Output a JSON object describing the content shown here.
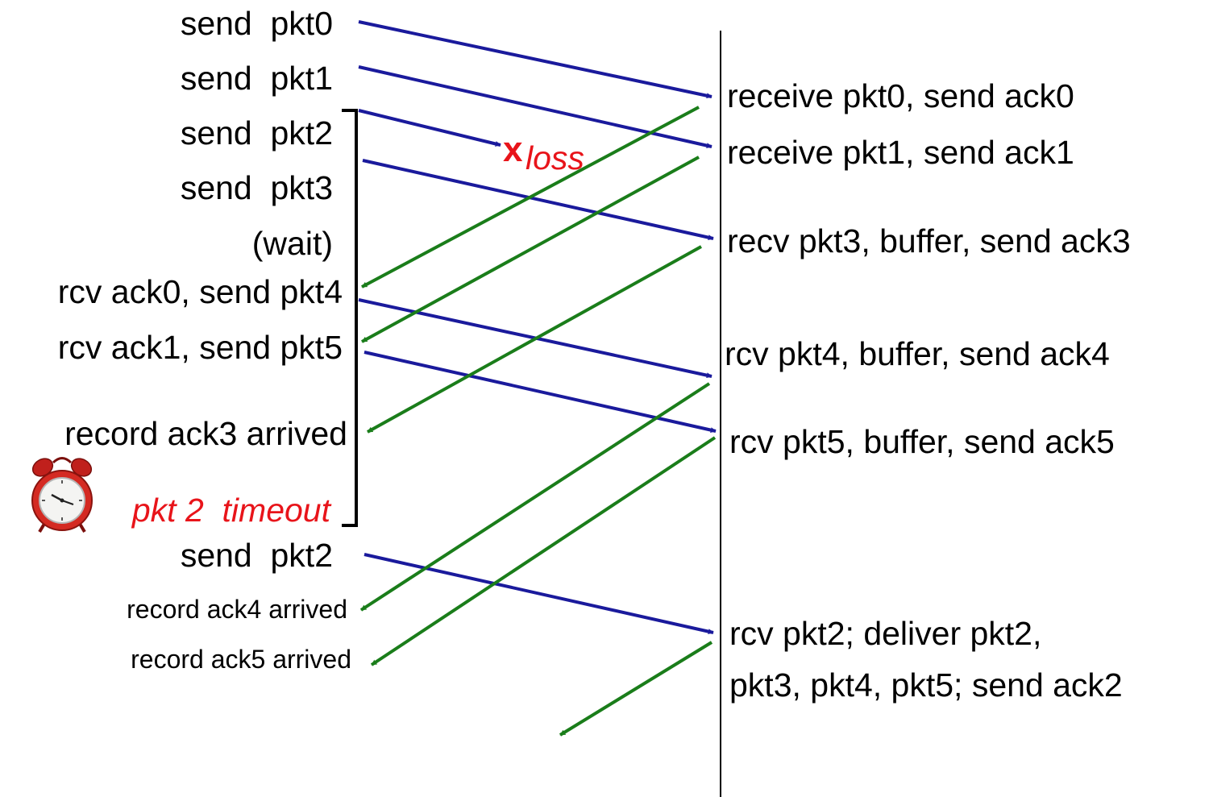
{
  "sender": {
    "events": [
      "send  pkt0",
      "send  pkt1",
      "send  pkt2",
      "send  pkt3",
      "(wait)",
      "rcv ack0, send pkt4",
      "rcv ack1, send pkt5",
      "record ack3 arrived",
      "pkt 2  timeout",
      "send  pkt2",
      "record ack4 arrived",
      "record ack5 arrived"
    ]
  },
  "receiver": {
    "events": [
      "receive pkt0, send ack0",
      "receive pkt1, send ack1",
      "recv pkt3, buffer, send ack3",
      "rcv pkt4, buffer, send ack4",
      "rcv pkt5, buffer, send ack5",
      "rcv pkt2; deliver pkt2,",
      "pkt3, pkt4, pkt5; send ack2"
    ]
  },
  "loss": {
    "mark": "x",
    "label": "loss"
  },
  "icons": {
    "timer": "alarm-clock-icon"
  },
  "colors": {
    "data_packet": "#1a1a9c",
    "ack": "#1a7d1a",
    "loss": "#e8141a",
    "timeout": "#e8141a",
    "text": "#000000"
  }
}
